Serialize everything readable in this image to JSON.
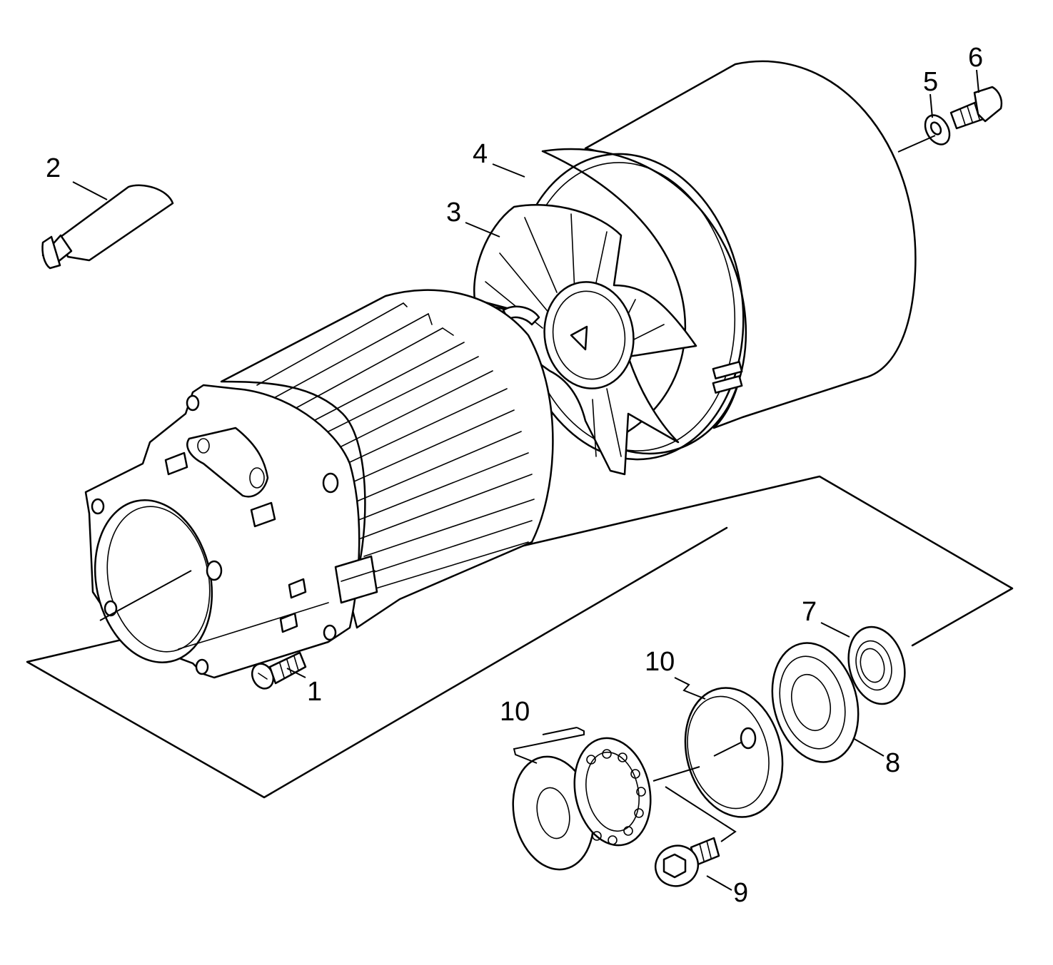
{
  "diagram": {
    "callouts": [
      {
        "id": "1",
        "label": "1"
      },
      {
        "id": "2",
        "label": "2"
      },
      {
        "id": "3",
        "label": "3"
      },
      {
        "id": "4",
        "label": "4"
      },
      {
        "id": "5",
        "label": "5"
      },
      {
        "id": "6",
        "label": "6"
      },
      {
        "id": "7",
        "label": "7"
      },
      {
        "id": "8",
        "label": "8"
      },
      {
        "id": "9",
        "label": "9"
      },
      {
        "id": "10a",
        "label": "10"
      },
      {
        "id": "10b",
        "label": "10"
      }
    ]
  }
}
